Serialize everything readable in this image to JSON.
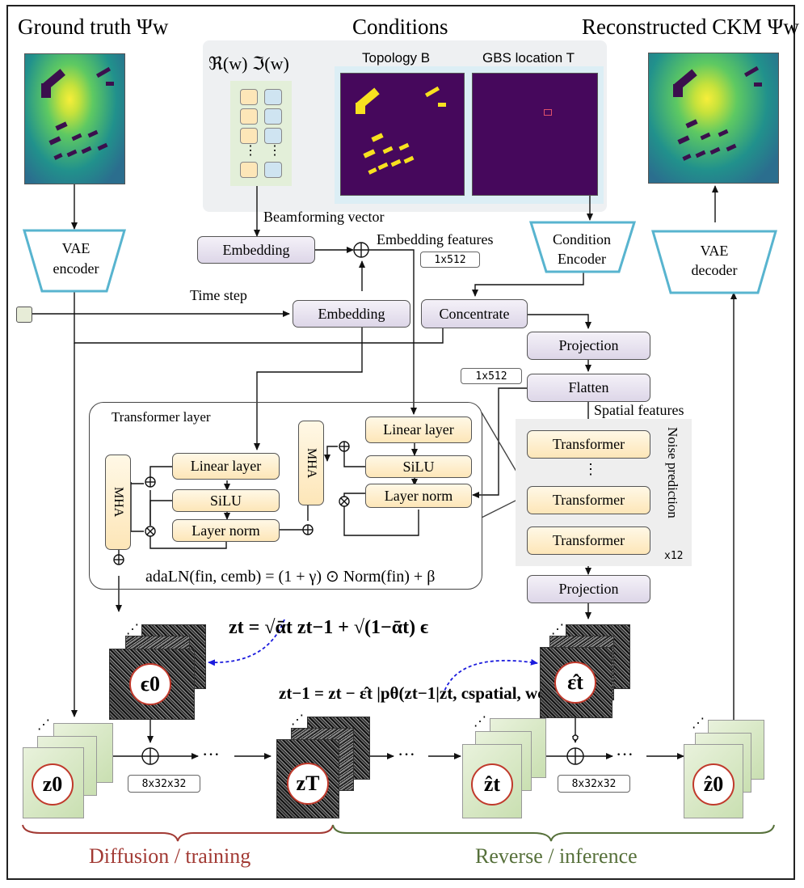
{
  "headers": {
    "ground_truth": "Ground truth Ψw",
    "conditions": "Conditions",
    "reconstructed": "Reconstructed CKM Ψw"
  },
  "conditions": {
    "real_imag": "ℜ(w)  ℑ(w)",
    "topology": "Topology B",
    "gbs_location": "GBS location T",
    "ellipsis": "⋮"
  },
  "blocks": {
    "vae_encoder": [
      "VAE",
      "encoder"
    ],
    "vae_decoder": [
      "VAE",
      "decoder"
    ],
    "condition_encoder": [
      "Condition",
      "Encoder"
    ],
    "embedding_beam": "Embedding",
    "embedding_time": "Embedding",
    "concentrate": "Concentrate",
    "projection_top": "Projection",
    "flatten": "Flatten",
    "transformer_1": "Transformer",
    "transformer_2": "Transformer",
    "transformer_3": "Transformer",
    "projection_bottom": "Projection",
    "dots": "⋮"
  },
  "labels": {
    "beamforming_vector": "Beamforming vector",
    "embedding_features": "Embedding features",
    "time_step": "Time step",
    "spatial_features": "Spatial features",
    "noise_prediction": "Noise prediction",
    "x12": "x12",
    "dim_1x512_a": "1x512",
    "dim_1x512_b": "1x512",
    "dim_8x32_a": "8x32x32",
    "dim_8x32_b": "8x32x32"
  },
  "transformer_layer": {
    "title": "Transformer layer",
    "mha_left": "MHA",
    "mha_right": "MHA",
    "linear_left": "Linear layer",
    "silu_left": "SiLU",
    "norm_left": "Layer norm",
    "linear_right": "Linear layer",
    "silu_right": "SiLU",
    "norm_right": "Layer norm",
    "formula": "adaLN(fin, cemb) = (1 + γ) ⊙ Norm(fin) + β"
  },
  "formulas": {
    "forward": "zt = √ᾱt zt−1 + √(1−ᾱt) ϵ",
    "reverse": "zt−1 = zt − ε̂t |pθ(zt−1|zt, cspatial, wemb)"
  },
  "latents": {
    "z0": "z0",
    "eps0": "ϵ0",
    "zT": "zT",
    "eps_hat_t": "ε̂t",
    "z_hat_t": "ẑt",
    "z_hat_0": "ẑ0",
    "dots": "···"
  },
  "bottom": {
    "diffusion": "Diffusion / training",
    "reverse": "Reverse / inference"
  },
  "colors": {
    "diffusion": "#a23a34",
    "reverse": "#56703a",
    "trapezoid_border": "#58b4cf",
    "dashed_arrow": "#1b1bdd"
  }
}
